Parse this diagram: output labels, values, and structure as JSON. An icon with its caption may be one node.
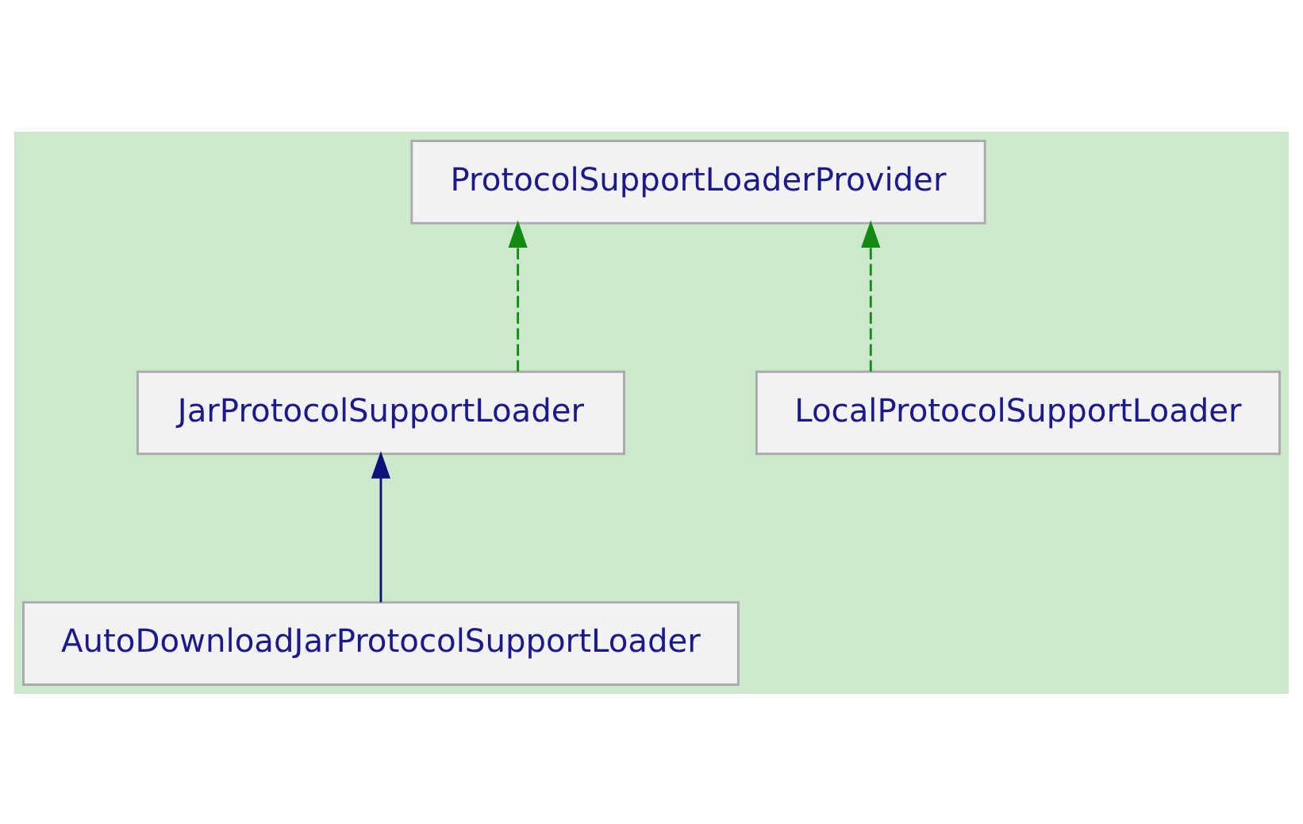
{
  "diagram": {
    "nodes": [
      {
        "text": [
          "ProtocolSupportLoaderProvider"
        ]
      },
      {
        "text": [
          "JarProtocolSupportLoader"
        ]
      },
      {
        "text": [
          "LocalProtocolSupportLoader"
        ]
      },
      {
        "text": [
          "AutoDownloadJarProtocolSupportLoader"
        ]
      }
    ],
    "edges": [
      {
        "from": 1,
        "to": 0,
        "arrow": "to",
        "style": "dashed",
        "color": "#138a13"
      },
      {
        "from": 2,
        "to": 0,
        "arrow": "to",
        "style": "dashed",
        "color": "#138a13"
      },
      {
        "from": 3,
        "to": 1,
        "arrow": "to",
        "color": "#10107a"
      }
    ]
  }
}
